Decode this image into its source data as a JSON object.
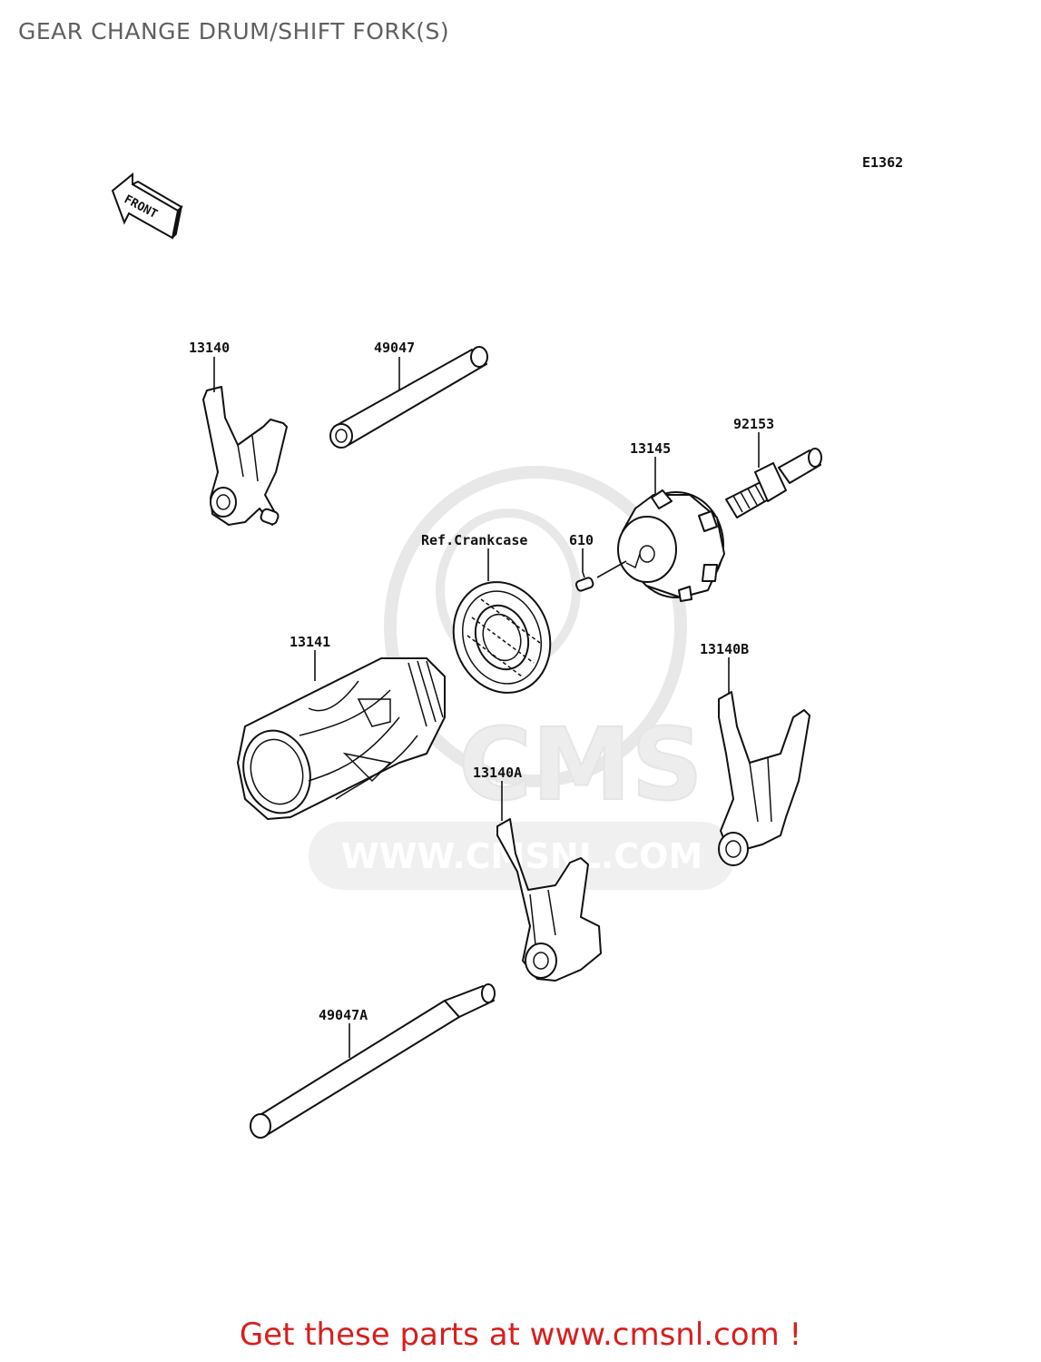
{
  "header": {
    "title": "GEAR CHANGE DRUM/SHIFT FORK(S)"
  },
  "diagram": {
    "figure_code": "E1362",
    "direction_label": "FRONT",
    "watermark_logo": "CMS",
    "watermark_url": "WWW.CMSNL.COM",
    "parts": [
      {
        "id": "13140",
        "label": "13140"
      },
      {
        "id": "49047",
        "label": "49047"
      },
      {
        "id": "92153",
        "label": "92153"
      },
      {
        "id": "13145",
        "label": "13145"
      },
      {
        "id": "ref",
        "label": "Ref.Crankcase"
      },
      {
        "id": "610",
        "label": "610"
      },
      {
        "id": "13141",
        "label": "13141"
      },
      {
        "id": "13140B",
        "label": "13140B"
      },
      {
        "id": "13140A",
        "label": "13140A"
      },
      {
        "id": "49047A",
        "label": "49047A"
      }
    ]
  },
  "footer": {
    "text": "Get these parts at www.cmsnl.com !"
  },
  "colors": {
    "footer": "#d81e1e",
    "title": "#606060",
    "watermark": "#e4e4e4"
  }
}
